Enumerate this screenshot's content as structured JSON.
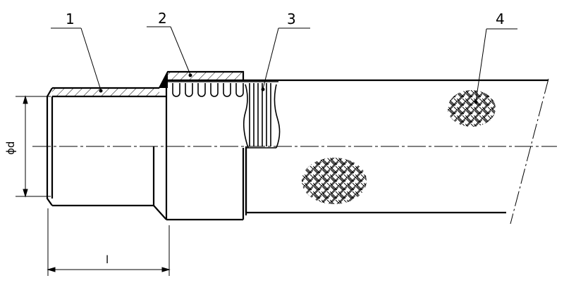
{
  "callouts": [
    {
      "id": "1",
      "text": "1"
    },
    {
      "id": "2",
      "text": "2"
    },
    {
      "id": "3",
      "text": "3"
    },
    {
      "id": "4",
      "text": "4"
    }
  ],
  "dimensions": {
    "diameter": "ϕd",
    "length": "l"
  },
  "colors": {
    "line": "#000000",
    "background": "#ffffff"
  }
}
